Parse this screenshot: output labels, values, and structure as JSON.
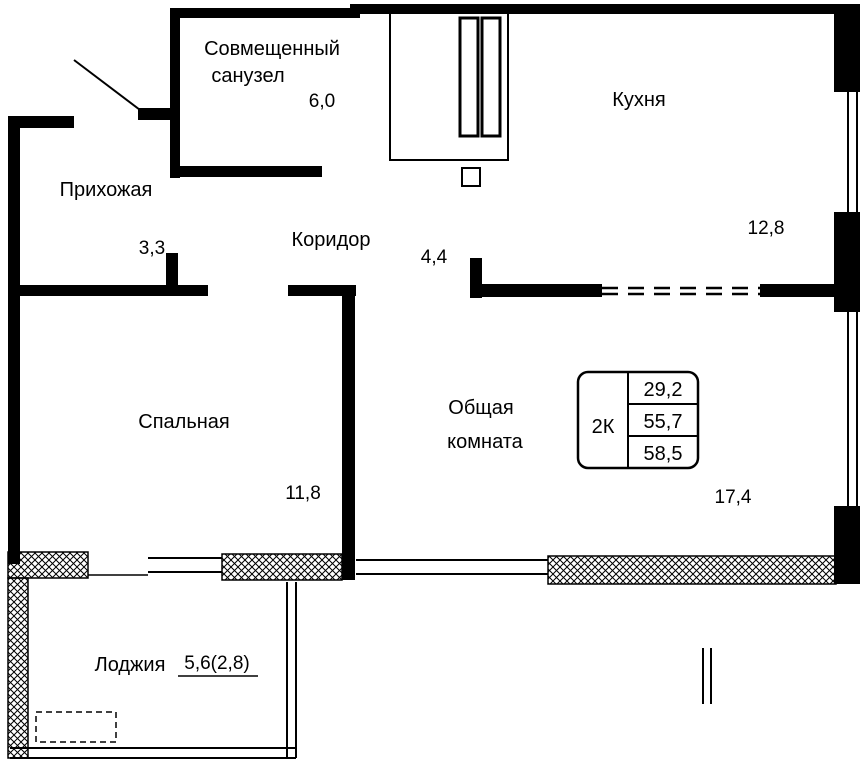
{
  "rooms": {
    "bathroom": {
      "name_line1": "Совмещенный",
      "name_line2": "санузел",
      "area": "6,0"
    },
    "kitchen": {
      "name": "Кухня",
      "area": "12,8"
    },
    "hallway": {
      "name": "Прихожая",
      "area": "3,3"
    },
    "corridor": {
      "name": "Коридор",
      "area": "4,4"
    },
    "bedroom": {
      "name": "Спальная",
      "area": "11,8"
    },
    "living_room": {
      "name_line1": "Общая",
      "name_line2": "комната",
      "area": "17,4"
    },
    "loggia": {
      "name": "Лоджия",
      "area": "5,6(2,8)"
    }
  },
  "info_box": {
    "apartment_type": "2К",
    "values": [
      "29,2",
      "55,7",
      "58,5"
    ]
  },
  "colors": {
    "walls": "#000000",
    "background": "#ffffff"
  }
}
